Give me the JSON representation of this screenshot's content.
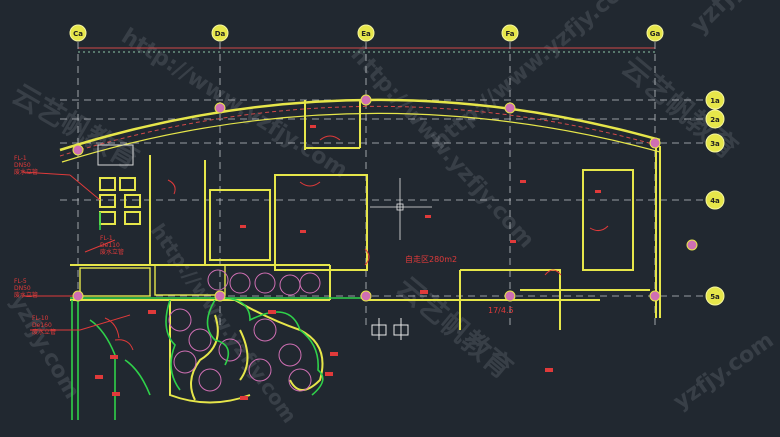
{
  "grid": {
    "columns": [
      "Ca",
      "Da",
      "Ea",
      "Fa",
      "Ga"
    ],
    "rows": [
      "1a",
      "2a",
      "3a",
      "4a",
      "5a"
    ]
  },
  "labels": {
    "area_main": "自走区280m2",
    "area_small": "17/4.5",
    "risers": [
      {
        "id": "FL-1",
        "spec": "DN50",
        "desc": "废水立管"
      },
      {
        "id": "FL-1",
        "spec": "De110",
        "desc": "废水立管"
      },
      {
        "id": "FL-5",
        "spec": "DN50",
        "desc": "废水立管"
      },
      {
        "id": "FL-10",
        "spec": "De160",
        "desc": "废水立管"
      }
    ]
  },
  "watermarks": [
    "http://www.yzfjy.com",
    "云艺帆教育",
    "yzfjy.com"
  ],
  "colors": {
    "background": "#212830",
    "wall": "#e6e64a",
    "annotation": "#e03a3a",
    "pipe": "#2fd14a",
    "column": "#cf6fb3",
    "axis": "#d8d8d8"
  }
}
